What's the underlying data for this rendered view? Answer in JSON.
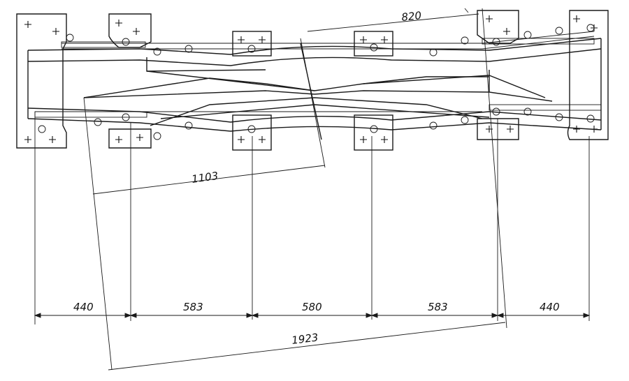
{
  "dimensions": {
    "top_span": "820",
    "diag_mid": "1103",
    "seg_1": "440",
    "seg_2": "583",
    "seg_3": "580",
    "seg_4": "583",
    "seg_5": "440",
    "overall_diag": "1923"
  }
}
